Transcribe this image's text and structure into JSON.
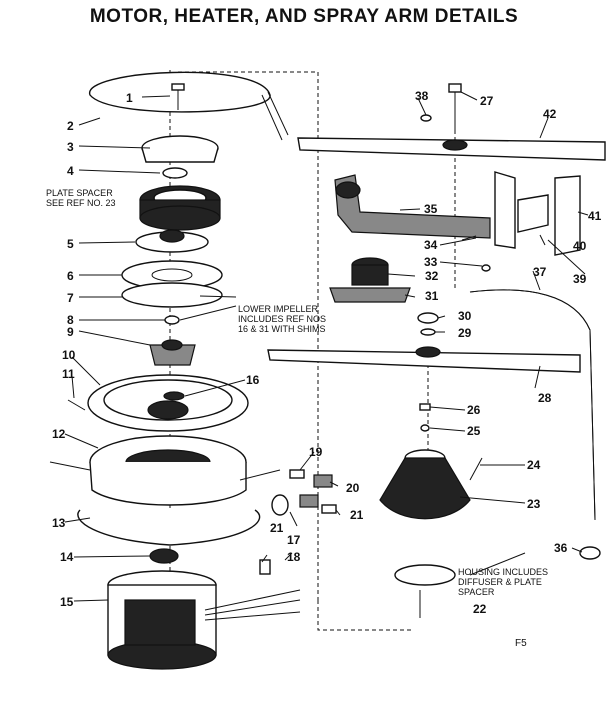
{
  "title": "MOTOR, HEATER, AND SPRAY ARM DETAILS",
  "part_numbers": [
    "1",
    "2",
    "3",
    "4",
    "5",
    "6",
    "7",
    "8",
    "9",
    "10",
    "11",
    "12",
    "13",
    "14",
    "15",
    "16",
    "17",
    "18",
    "19",
    "20",
    "21",
    "21",
    "22",
    "23",
    "24",
    "25",
    "26",
    "27",
    "28",
    "29",
    "30",
    "31",
    "32",
    "33",
    "34",
    "35",
    "37",
    "38",
    "39",
    "40",
    "41",
    "42",
    "36"
  ],
  "notes": {
    "plate_spacer": [
      "PLATE SPACER",
      "SEE REF NO. 23"
    ],
    "lower_impeller": [
      "LOWER IMPELLER",
      "INCLUDES REF NOS",
      "16 & 31 WITH SHIMS"
    ],
    "housing": [
      "HOUSING INCLUDES",
      "DIFFUSER & PLATE",
      "SPACER"
    ]
  },
  "page_code": "F5"
}
